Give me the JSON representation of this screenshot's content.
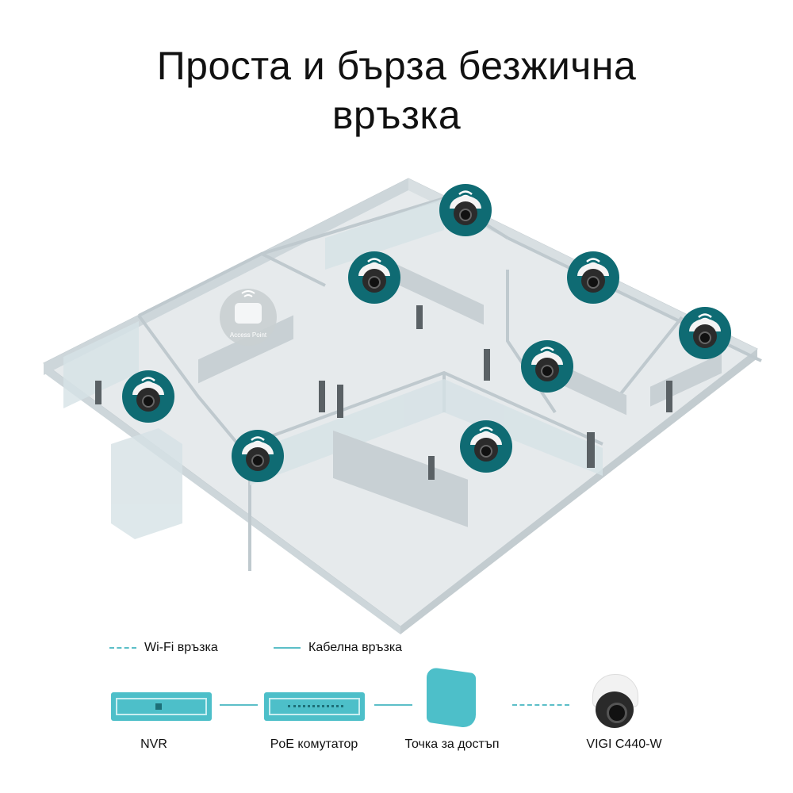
{
  "title": {
    "line1": "Проста и бърза безжична",
    "line2": "връзка"
  },
  "floor_plan": {
    "access_point_label": "Access Point",
    "camera_count": 8,
    "icons": [
      "wifi-icon",
      "dome-camera-icon",
      "access-point-icon"
    ]
  },
  "legend": {
    "wifi": "Wi-Fi връзка",
    "cable": "Кабелна връзка"
  },
  "devices": [
    {
      "label": "NVR"
    },
    {
      "label": "PoE комутатор"
    },
    {
      "label": "Точка за достъп"
    },
    {
      "label": "VIGI C440-W"
    }
  ],
  "colors": {
    "accent": "#4dbfc9",
    "badge": "#0f6b73",
    "floor": "#e6eaec",
    "wall": "#cdd6da",
    "line": "#5cbfc8"
  }
}
